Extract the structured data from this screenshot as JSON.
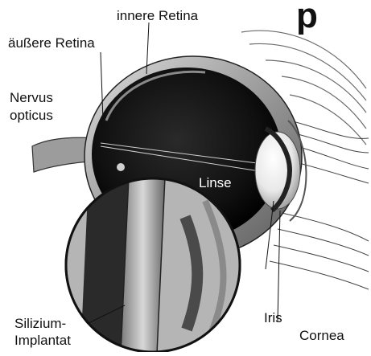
{
  "labels": {
    "top_partial_glyph": "p",
    "innere_retina": "innere Retina",
    "aeussere_retina": "äußere Retina",
    "nervus_opticus_line1": "Nervus",
    "nervus_opticus_line2": "opticus",
    "linse": "Linse",
    "silizium_line1": "Silizium-",
    "silizium_line2": "Implantat",
    "iris": "Iris",
    "cornea": "Cornea"
  }
}
